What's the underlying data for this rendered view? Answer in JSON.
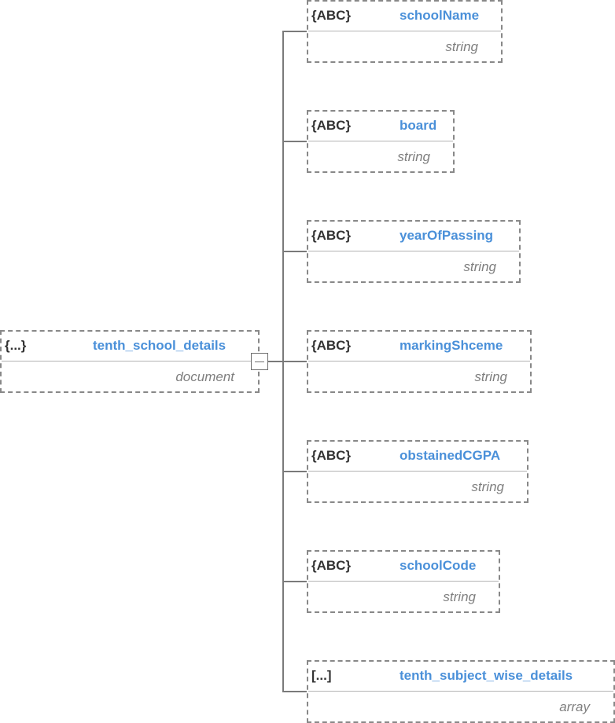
{
  "root": {
    "icon": "{...}",
    "name": "tenth_school_details",
    "type": "document"
  },
  "collapse_control": {
    "icon": "collapse-minus-icon"
  },
  "children": [
    {
      "icon": "{ABC}",
      "name": "schoolName",
      "type": "string"
    },
    {
      "icon": "{ABC}",
      "name": "board",
      "type": "string"
    },
    {
      "icon": "{ABC}",
      "name": "yearOfPassing",
      "type": "string"
    },
    {
      "icon": "{ABC}",
      "name": "markingShceme",
      "type": "string"
    },
    {
      "icon": "{ABC}",
      "name": "obstainedCGPA",
      "type": "string"
    },
    {
      "icon": "{ABC}",
      "name": "schoolCode",
      "type": "string"
    },
    {
      "icon": "[...]",
      "name": "tenth_subject_wise_details",
      "type": "array"
    }
  ]
}
